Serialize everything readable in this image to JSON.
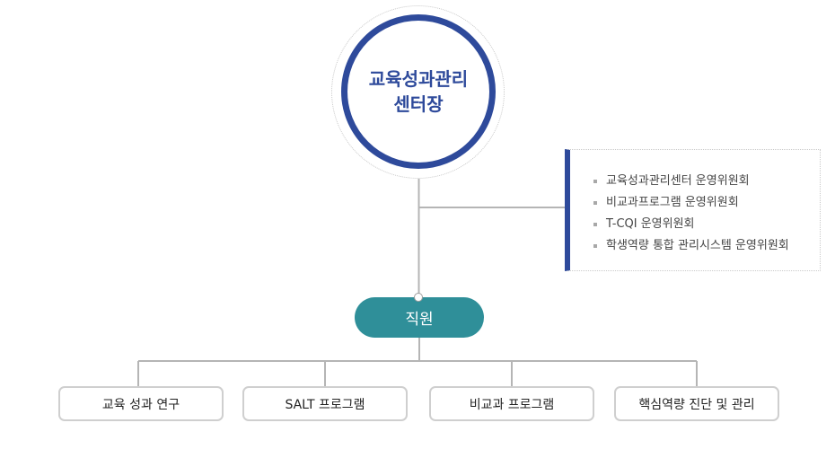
{
  "head": {
    "line1": "교육성과관리",
    "line2": "센터장"
  },
  "committees": [
    "교육성과관리센터 운영위원회",
    "비교과프로그램 운영위원회",
    "T-CQI 운영위원회",
    "학생역량 통합 관리시스템 운영위원회"
  ],
  "staff": {
    "label": "직원"
  },
  "tasks": [
    "교육 성과 연구",
    "SALT 프로그램",
    "비교과 프로그램",
    "핵심역량 진단 및 관리"
  ],
  "colors": {
    "primary": "#2e4a9b",
    "staff": "#2f8f99",
    "line": "#b5b5b5"
  }
}
